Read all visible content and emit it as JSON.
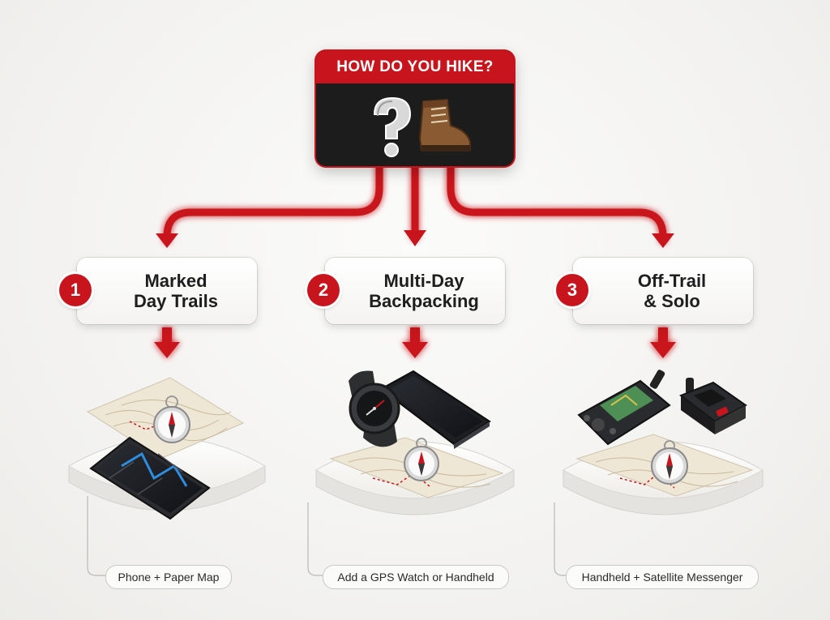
{
  "question": {
    "title": "HOW DO YOU HIKE?",
    "icons": [
      "question-mark-icon",
      "hiking-boot-icon"
    ]
  },
  "options": [
    {
      "number": "1",
      "title_line1": "Marked",
      "title_line2": "Day Trails",
      "caption": "Phone + Paper Map",
      "gear_icons": [
        "paper-map-icon",
        "compass-icon",
        "smartphone-icon"
      ]
    },
    {
      "number": "2",
      "title_line1": "Multi-Day",
      "title_line2": "Backpacking",
      "caption": "Add a GPS Watch or Handheld",
      "gear_icons": [
        "gps-watch-icon",
        "smartphone-icon",
        "paper-map-icon",
        "compass-icon"
      ]
    },
    {
      "number": "3",
      "title_line1": "Off-Trail",
      "title_line2": "& Solo",
      "caption": "Handheld + Satellite Messenger",
      "gear_icons": [
        "handheld-gps-icon",
        "satellite-messenger-icon",
        "paper-map-icon",
        "compass-icon"
      ]
    }
  ],
  "colors": {
    "accent": "#c8151d",
    "card_dark": "#1c1c1c",
    "background": "#f2f1ef"
  }
}
